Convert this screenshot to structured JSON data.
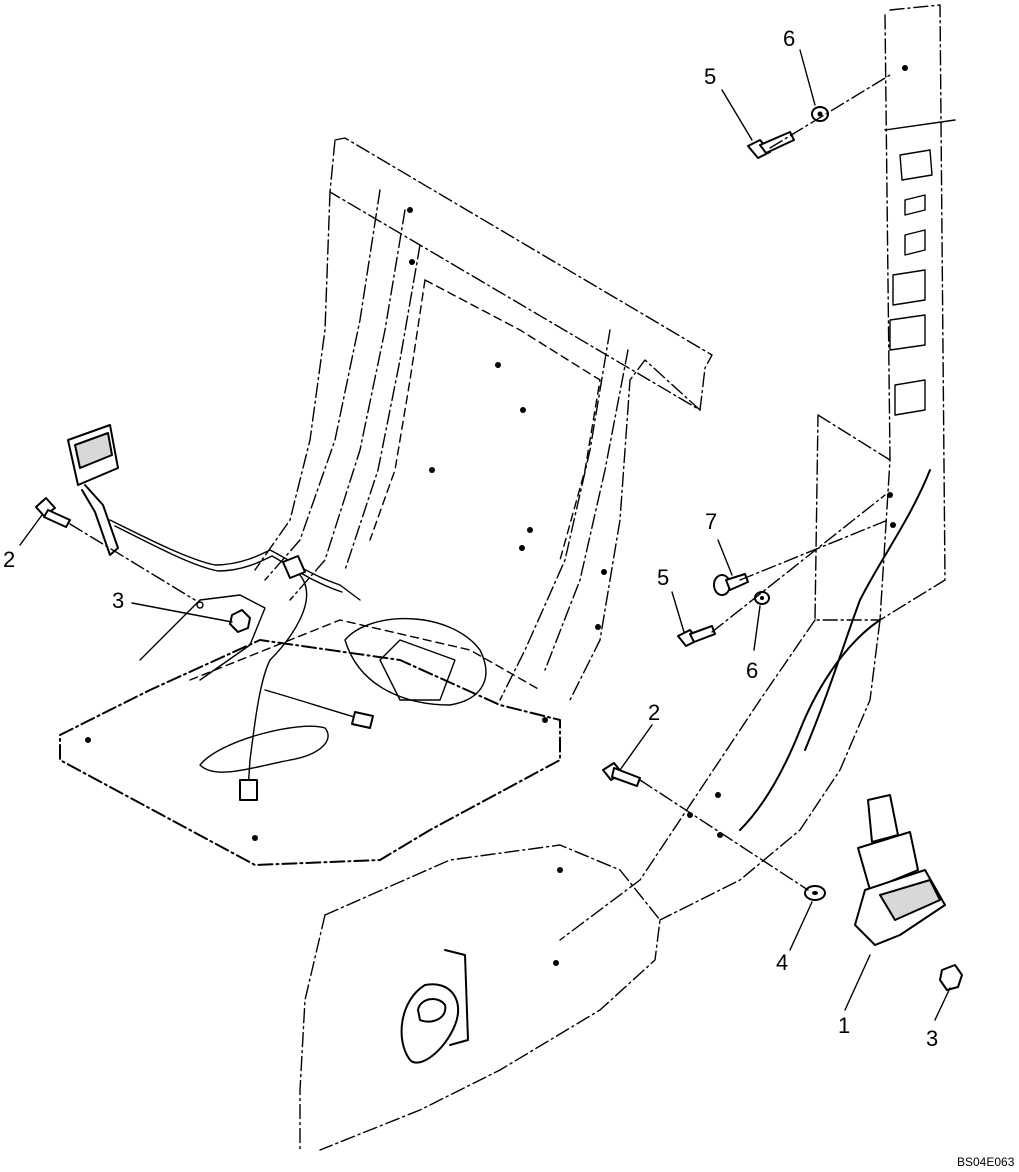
{
  "drawing_code": "BS04E063",
  "callouts": [
    {
      "label": "1"
    },
    {
      "label": "2"
    },
    {
      "label": "2"
    },
    {
      "label": "3"
    },
    {
      "label": "3"
    },
    {
      "label": "4"
    },
    {
      "label": "5"
    },
    {
      "label": "5"
    },
    {
      "label": "6"
    },
    {
      "label": "6"
    },
    {
      "label": "7"
    }
  ]
}
